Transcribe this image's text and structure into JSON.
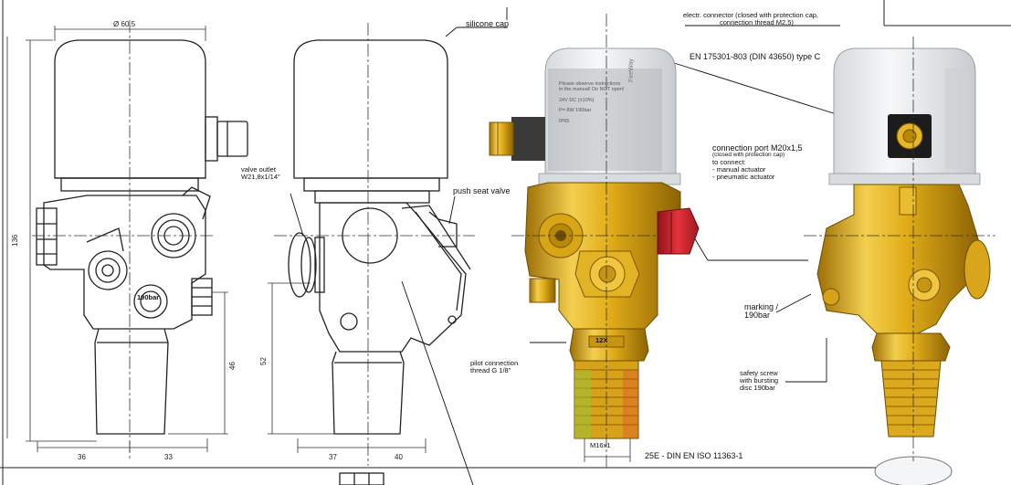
{
  "colors": {
    "brass": "#e3b21d",
    "brass_dark": "#a87b0a",
    "brass_light": "#f6d768",
    "cap_white": "#eef0f2",
    "red_cap": "#d3262e",
    "line": "#222222"
  },
  "drawing": {
    "dim_top_width": "Ø 60.5",
    "dim_height_total": "136",
    "dim_46": "46",
    "dim_52": "52",
    "dim_left_36": "36",
    "dim_left_33": "33",
    "dim_mid_37": "37",
    "dim_mid_40": "40"
  },
  "labels": {
    "silicone_cap": "silicone cap",
    "valve_outlet": [
      "valve outlet",
      "W21,8x1/14\""
    ],
    "push_seat_valve": "push seat valve",
    "pilot_connection": [
      "pilot connection",
      "thread G 1/8\""
    ],
    "electr_connector": [
      "electr. connector (closed with protection cap,",
      "connection thread M2,5)"
    ],
    "en_connector": "EN 175301-803 (DIN 43650) type C",
    "connection_port": [
      "connection port M20x1,5",
      "(closed with protection cap)",
      "to connect:",
      "- manual actuator",
      "- pneumatic actuator"
    ],
    "marking": [
      "marking /",
      "190bar"
    ],
    "safety_screw": [
      "safety screw",
      "with bursting",
      "disc 190bar"
    ],
    "thread_spec": "25E - DIN EN ISO 11363-1",
    "thread_m": "M16x1",
    "body_marking_190bar": "190bar",
    "body_marking_12x": "12X"
  },
  "product_label": [
    "Please observe instructions",
    "in the manual! Do NOT open!",
    "24V DC (±10%)",
    "P= 8W  190bar",
    "IP65",
    "FireWay"
  ]
}
